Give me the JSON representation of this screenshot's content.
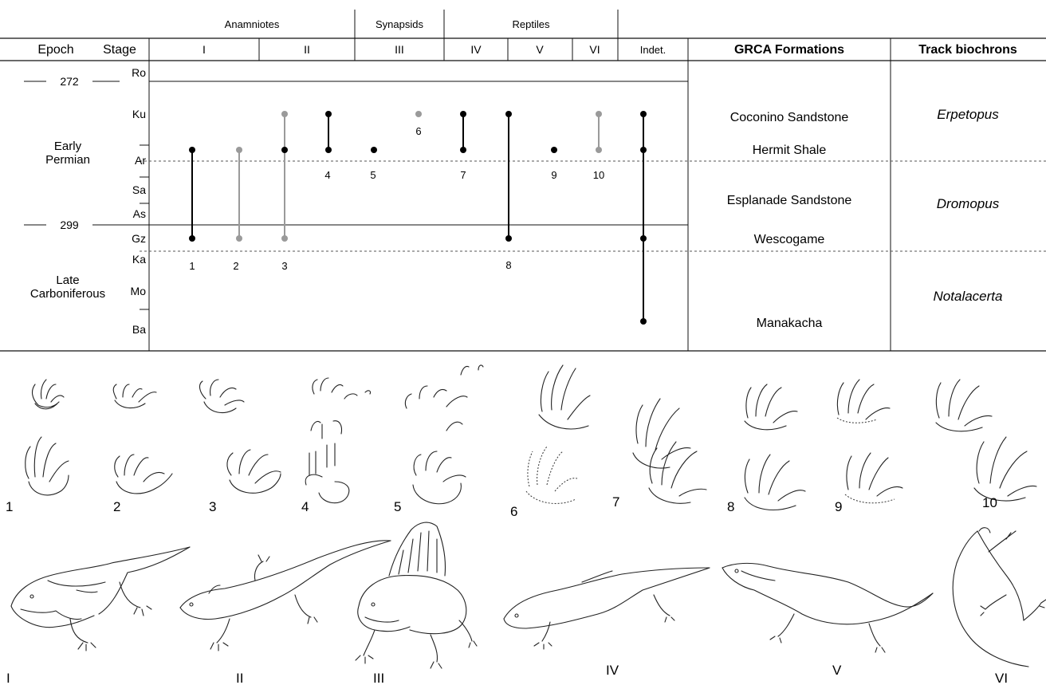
{
  "header": {
    "groups": [
      "Anamniotes",
      "Synapsids",
      "Reptiles"
    ],
    "epoch_label": "Epoch",
    "stage_label": "Stage",
    "clades": [
      "I",
      "II",
      "III",
      "IV",
      "V",
      "VI",
      "Indet."
    ],
    "formations_title": "GRCA Formations",
    "biochrons_title": "Track biochrons"
  },
  "epochs": [
    {
      "name_line1": "Early",
      "name_line2": "Permian"
    },
    {
      "name_line1": "Late",
      "name_line2": "Carboniferous"
    }
  ],
  "ages": [
    "272",
    "299"
  ],
  "stages": [
    "Ro",
    "Ku",
    "Ar",
    "Sa",
    "As",
    "Gz",
    "Ka",
    "Mo",
    "Ba"
  ],
  "formations": [
    "Coconino Sandstone",
    "Hermit Shale",
    "Esplanade Sandstone",
    "Wescogame",
    "Manakacha"
  ],
  "biochrons": [
    "Erpetopus",
    "Dromopus",
    "Notalacerta"
  ],
  "ranges": [
    {
      "label": "1",
      "top": "Ar",
      "bottom": "Gz",
      "color": "#000000"
    },
    {
      "label": "2",
      "top": "Ar",
      "bottom": "Gz",
      "color": "#9a9a9a"
    },
    {
      "label": "3",
      "top": "Ku",
      "bottom": "Gz",
      "color": "#9a9a9a",
      "mid_point": "Ar"
    },
    {
      "label": "4",
      "top": "Ku",
      "bottom": "Ar",
      "color": "#000000"
    },
    {
      "label": "5",
      "top": "Ar",
      "bottom": "Ar",
      "color": "#000000"
    },
    {
      "label": "6",
      "top": "Ku",
      "bottom": "Ku",
      "color": "#9a9a9a"
    },
    {
      "label": "7",
      "top": "Ku",
      "bottom": "Ar",
      "color": "#000000"
    },
    {
      "label": "8",
      "top": "Ku",
      "bottom": "Gz",
      "color": "#000000"
    },
    {
      "label": "9",
      "top": "Ar",
      "bottom": "Ar",
      "color": "#000000"
    },
    {
      "label": "10",
      "top": "Ku",
      "bottom": "Ar",
      "color": "#9a9a9a"
    },
    {
      "label": "Indet.",
      "top": "Ku",
      "bottom": "Ba",
      "color": "#000000"
    }
  ],
  "track_labels": [
    "1",
    "2",
    "3",
    "4",
    "5",
    "6",
    "7",
    "8",
    "9",
    "10"
  ],
  "animal_labels": [
    "I",
    "II",
    "III",
    "IV",
    "V",
    "VI"
  ],
  "colors": {
    "range_black": "#000000",
    "range_grey": "#9a9a9a",
    "rule": "#111111"
  }
}
